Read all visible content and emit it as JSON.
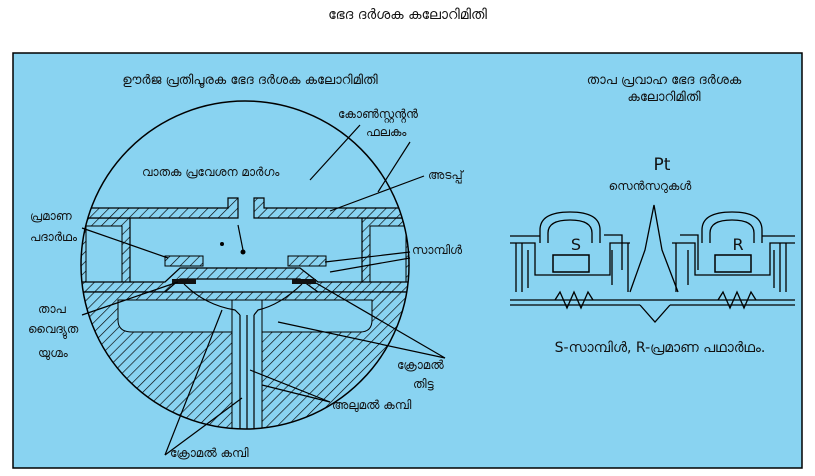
{
  "title": "ഭേദ ദർശക കലോറിമിതി",
  "colors": {
    "panel_bg": "#89d3f1",
    "panel_border": "#000000",
    "line": "#000000"
  },
  "left": {
    "heading": "ഊർജ പ്രതിപൂരക ഭേദ ദർശക കലോറിമിതി",
    "labels": {
      "constantan_1": "കോൺസ്റ്റൻ്റൻ",
      "constantan_2": "ഫലകം",
      "gas_inlet": "വാതക പ്രവേശന മാർഗം",
      "lid": "അടപ്പ്",
      "reference_1": "പ്രമാണ",
      "reference_2": "പദാർഥം",
      "sample": "സാമ്പിൾ",
      "thermocouple_1": "താപ",
      "thermocouple_2": "വൈദ്യുത",
      "thermocouple_3": "യുഗ്മം",
      "chromel_1": "ക്രോമൽ",
      "chromel_2": "തിട്ട",
      "alumel": "അലുമൽ കമ്പി",
      "chromel_wire": "ക്രോമൽ കമ്പി"
    }
  },
  "right": {
    "heading_1": "താപ പ്രവാഹ ഭേദ ദർശക",
    "heading_2": "കലോറിമിതി",
    "pt": "Pt",
    "sensors": "സെൻസറുകൾ",
    "s": "S",
    "r": "R",
    "legend": "S-സാമ്പിൾ, R-പ്രമാണ പഥാർഥം."
  }
}
